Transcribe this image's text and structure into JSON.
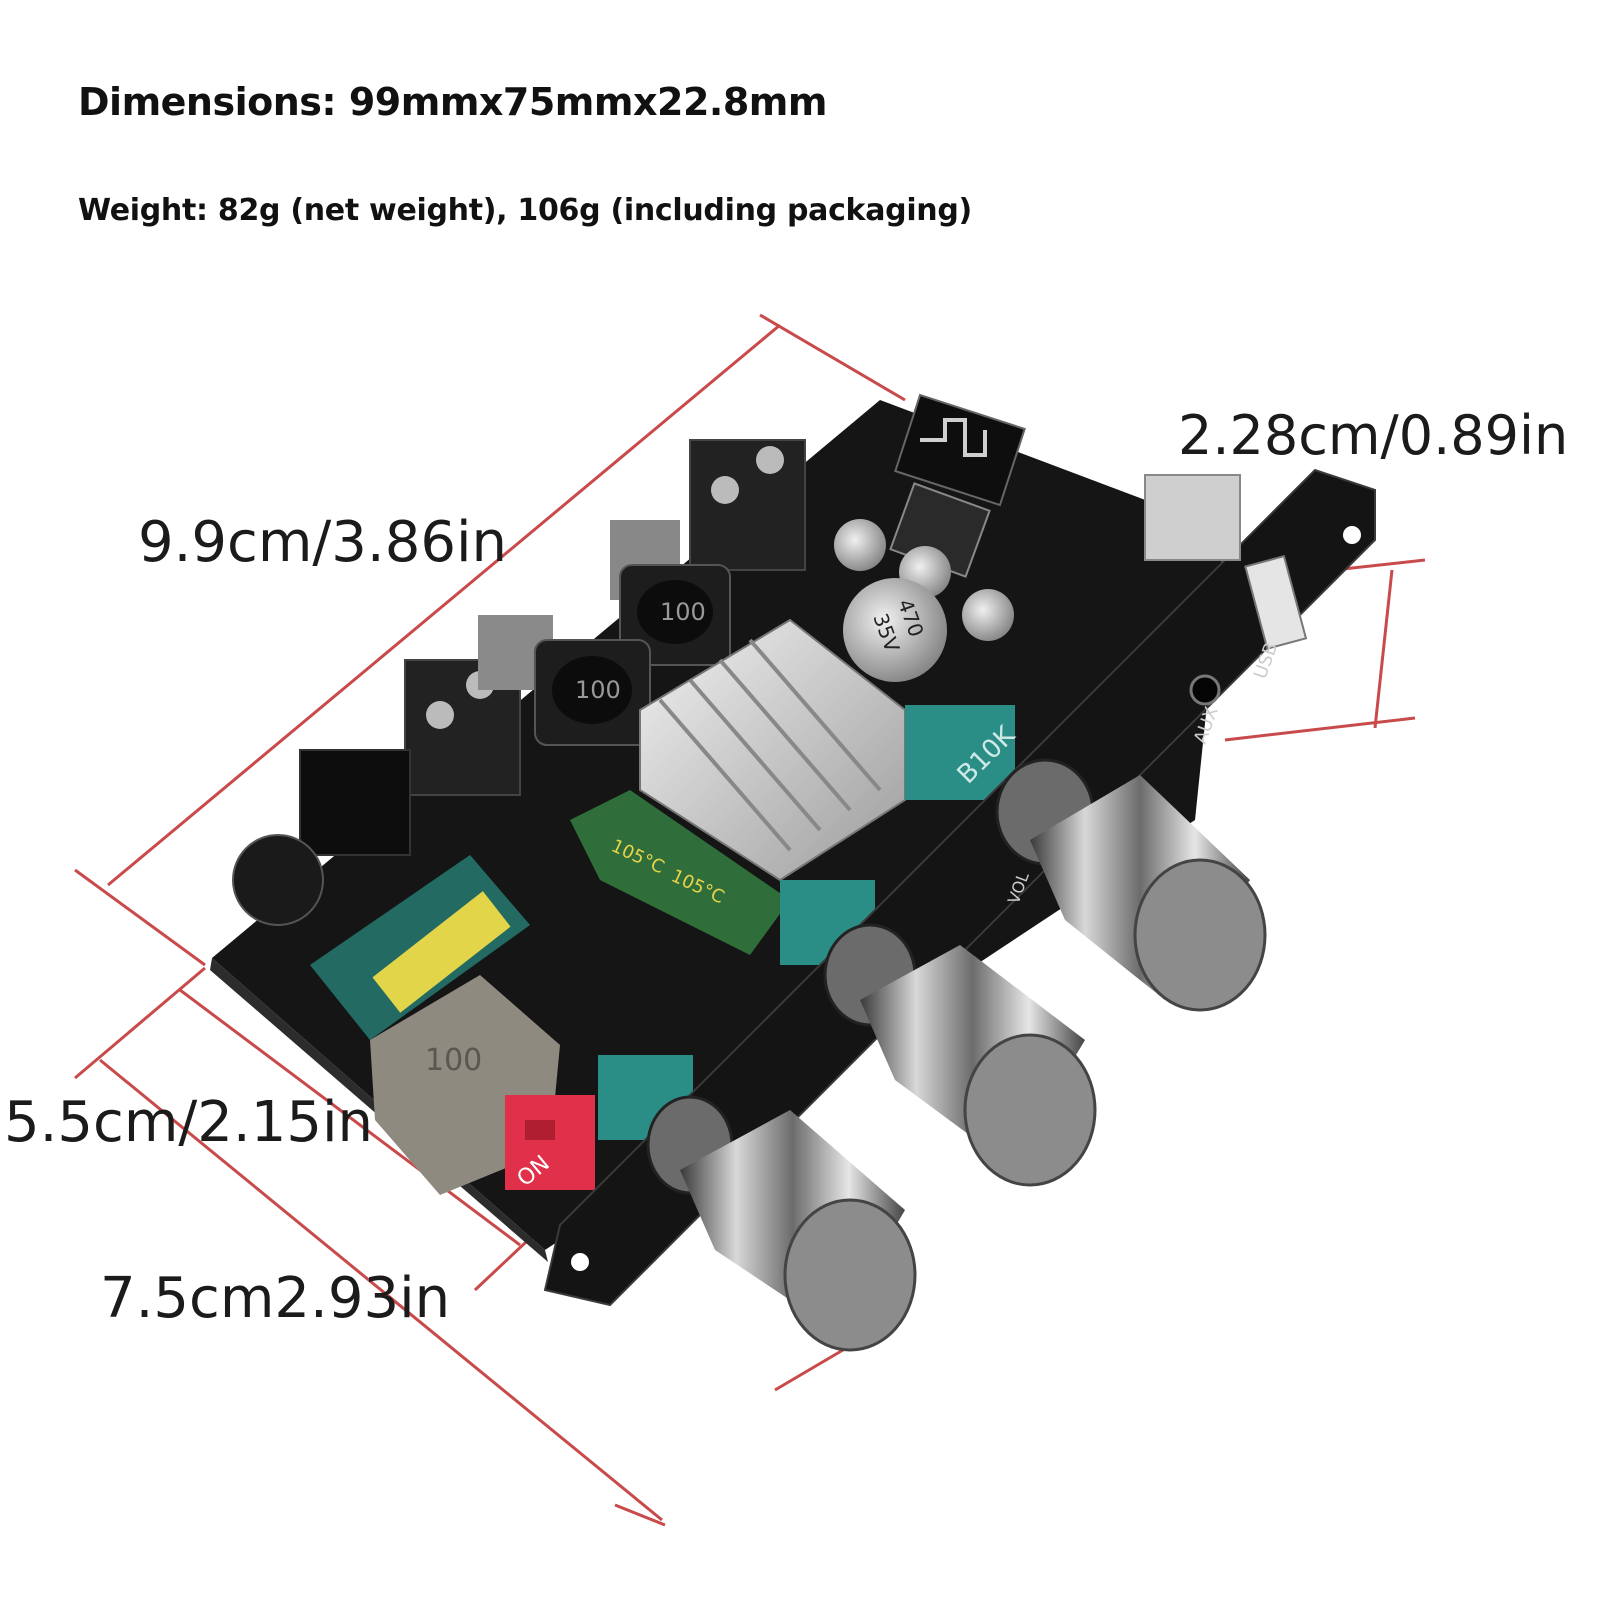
{
  "specs": {
    "dimensions": "Dimensions: 99mmx75mmx22.8mm",
    "weight": "Weight: 82g (net weight), 106g (including packaging)"
  },
  "measurements": {
    "length": "9.9cm/3.86in",
    "height": "2.28cm/0.89in",
    "width_inner": "5.5cm/2.15in",
    "width_outer": "7.5cm2.93in"
  },
  "board_labels": {
    "inductor": "100",
    "capacitor_temp": "105°C",
    "capacitor_value": "470",
    "capacitor_voltage": "35V",
    "potentiometer": "B10K",
    "switch": "ON",
    "port_usb": "USB",
    "port_aux": "AUX",
    "knob_vol": "VOL"
  },
  "colors": {
    "board": "#151515",
    "dimension_line": "#c94a4a",
    "knob_metal": "#9a9a9a",
    "pot_teal": "#2a8e86",
    "switch_red": "#e0304a"
  }
}
